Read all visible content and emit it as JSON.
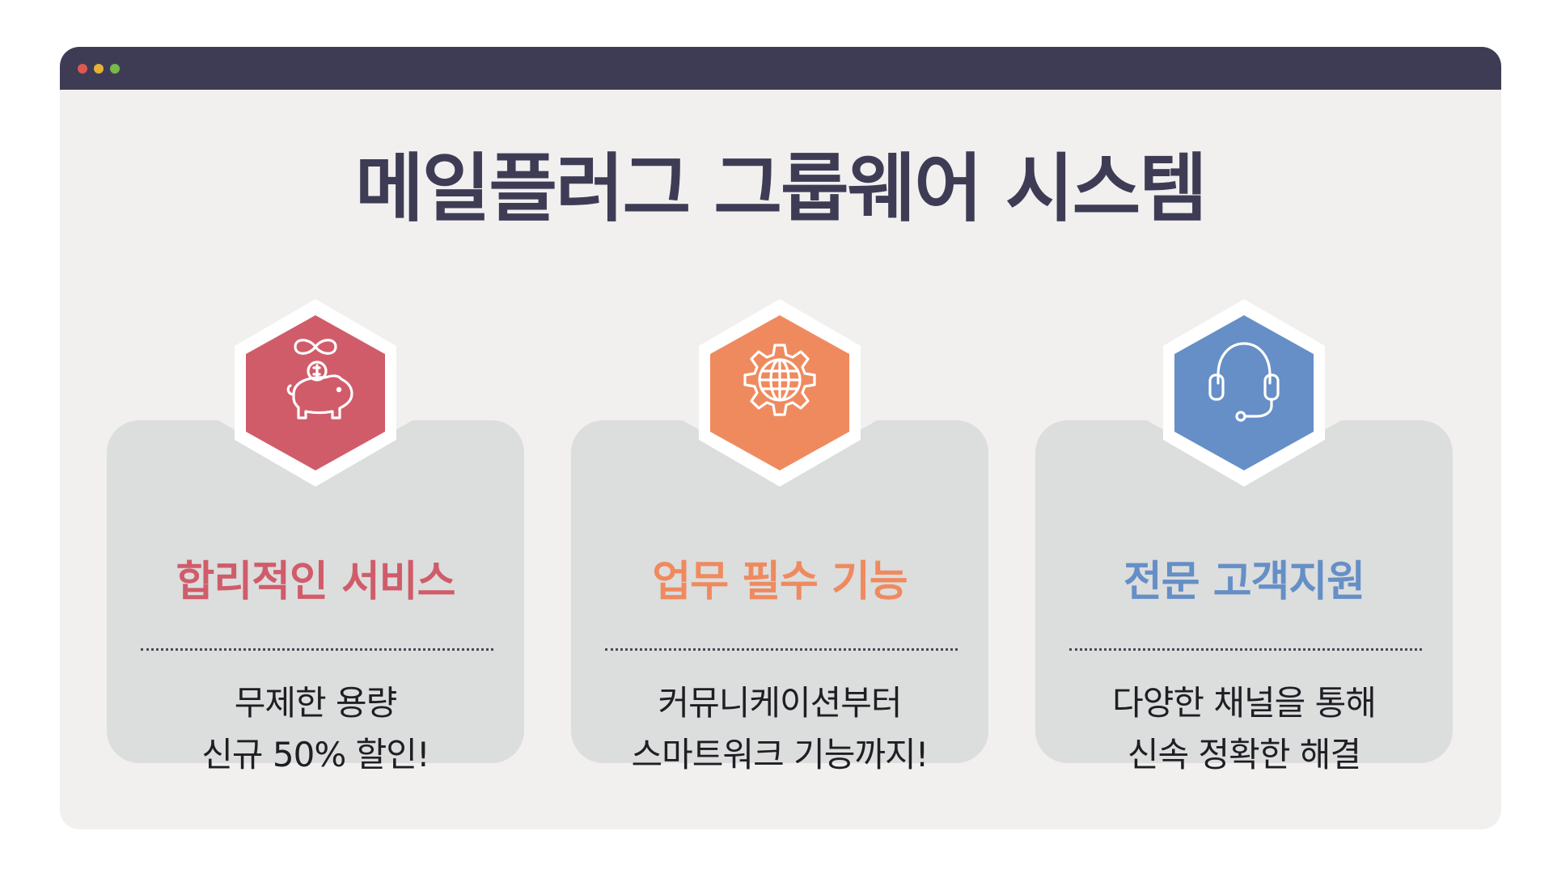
{
  "window": {
    "title_bar_color": "#3e3c55",
    "dots": [
      {
        "name": "close-dot",
        "color": "#e0574f"
      },
      {
        "name": "minimize-dot",
        "color": "#e6b236"
      },
      {
        "name": "maximize-dot",
        "color": "#78b94b"
      }
    ]
  },
  "headline": "메일플러그 그룹웨어 시스템",
  "cards": [
    {
      "icon": "piggy-bank-infinity-icon",
      "color": "#d05c6a",
      "heading": "합리적인 서비스",
      "lines": [
        "무제한 용량",
        "신규 50% 할인!"
      ]
    },
    {
      "icon": "gear-globe-icon",
      "color": "#ef8a5f",
      "heading": "업무 필수 기능",
      "lines": [
        "커뮤니케이션부터",
        "스마트워크 기능까지!"
      ]
    },
    {
      "icon": "headset-icon",
      "color": "#658fc6",
      "heading": "전문 고객지원",
      "lines": [
        "다양한 채널을 통해",
        "신속 정확한 해결"
      ]
    }
  ],
  "colors": {
    "card_background": "#dcdddd",
    "page_background": "#f1f0ef",
    "headline": "#3e3c55"
  }
}
